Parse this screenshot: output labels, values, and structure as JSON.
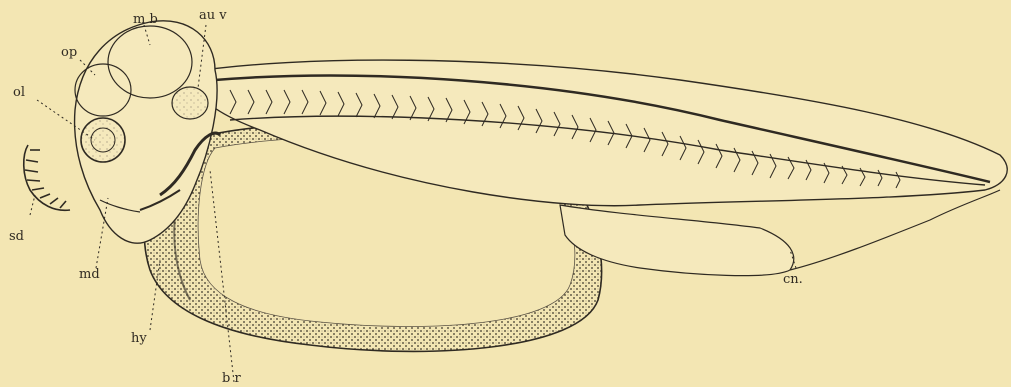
{
  "labels": {
    "mb": "m b",
    "au_v": "au v",
    "ol": "ol",
    "op": "op",
    "sd": "sd",
    "md": "md",
    "hy": "hy",
    "br": "b r",
    "cn": "cn."
  },
  "colors": {
    "background": "#f3e6b3",
    "ink": "#2f2a22",
    "stipple_dark": "#3b3529",
    "stipple_light": "#8e8572"
  }
}
